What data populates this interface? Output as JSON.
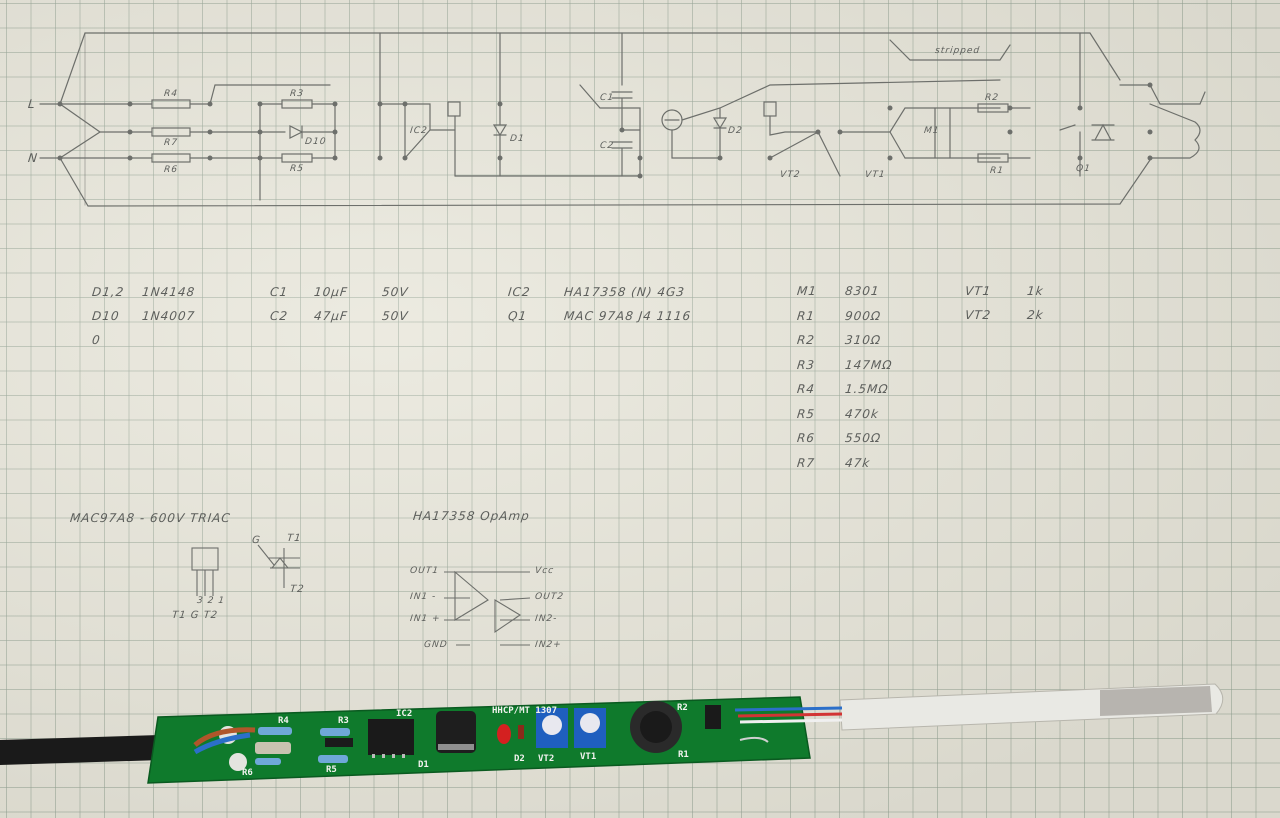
{
  "schematic": {
    "nodes": {
      "live": "L",
      "neutral": "N"
    },
    "labels": {
      "r4": "R4",
      "r7": "R7",
      "r6": "R6",
      "r3": "R3",
      "d10": "D10",
      "r5": "R5",
      "ic2": "IC2",
      "d1": "D1",
      "c1": "C1",
      "c2": "C2",
      "d2": "D2",
      "vt2": "VT2",
      "vt1": "VT1",
      "m1": "M1",
      "r2": "R2",
      "r1": "R1",
      "q1": "Q1",
      "stripped": "stripped"
    }
  },
  "parts_list": {
    "col1": [
      {
        "ref": "D1,2",
        "value": "1N4148"
      },
      {
        "ref": "D10",
        "value": "1N4007"
      },
      {
        "ref": "0",
        "value": ""
      }
    ],
    "col2": [
      {
        "ref": "C1",
        "value": "10µF",
        "rating": "50V"
      },
      {
        "ref": "C2",
        "value": "47µF",
        "rating": "50V"
      }
    ],
    "col3": [
      {
        "ref": "IC2",
        "value": "HA17358 (N) 4G3"
      },
      {
        "ref": "Q1",
        "value": "MAC 97A8  J4 1116"
      }
    ],
    "col4": [
      {
        "ref": "M1",
        "value": "8301"
      },
      {
        "ref": "R1",
        "value": "900Ω"
      },
      {
        "ref": "R2",
        "value": "310Ω"
      },
      {
        "ref": "R3",
        "value": "147MΩ"
      },
      {
        "ref": "R4",
        "value": "1.5MΩ"
      },
      {
        "ref": "R5",
        "value": "470k"
      },
      {
        "ref": "R6",
        "value": "550Ω"
      },
      {
        "ref": "R7",
        "value": "47k"
      }
    ],
    "col5": [
      {
        "ref": "VT1",
        "value": "1k"
      },
      {
        "ref": "VT2",
        "value": "2k"
      }
    ]
  },
  "triac_note": {
    "title": "MAC97A8 - 600V TRIAC",
    "gate": "G",
    "t1": "T1",
    "t2": "T2",
    "pins": "3 2 1",
    "pin_names": "T1  G  T2"
  },
  "opamp_note": {
    "title": "HA17358 OpAmp",
    "out1": "OUT1",
    "in1m": "IN1 -",
    "in1p": "IN1 +",
    "gnd": "GND",
    "vcc": "Vcc",
    "out2": "OUT2",
    "in2m": "IN2-",
    "in2p": "IN2+"
  },
  "pcb": {
    "board_text": "HHCP/MT  1307",
    "silks": {
      "r4": "R4",
      "r3": "R3",
      "ic2": "IC2",
      "d1": "D1",
      "d2": "D2",
      "vt2": "VT2",
      "vt1": "VT1",
      "r1": "R1",
      "r5": "R5",
      "r6": "R6",
      "r2": "R2"
    }
  },
  "colors": {
    "paper": "#e8e6da",
    "grid": "#96a596",
    "pencil": "#5d5f5c",
    "pcb_green": "#0f7a2c",
    "trimmer_blue": "#1f5fbf",
    "probe_white": "#e9e9e4"
  }
}
